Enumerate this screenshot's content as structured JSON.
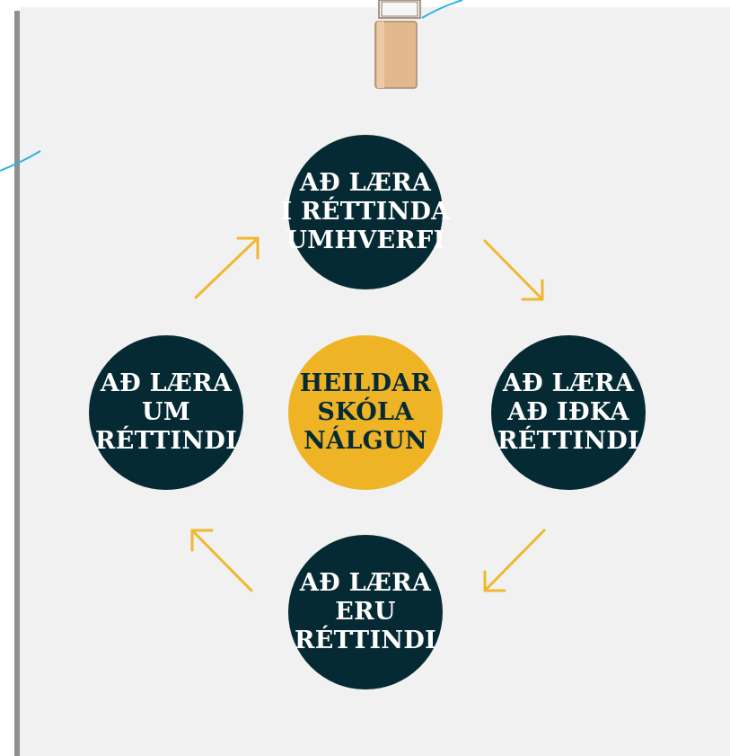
{
  "colors": {
    "paper": "#f1f1f1",
    "dark_circle": "#062a33",
    "center_circle": "#efb326",
    "arrow": "#f0b730",
    "clip_wood": "#e2b98e",
    "ribbon": "#2bb4e4"
  },
  "center": {
    "lines": [
      "HEILDAR",
      "SKÓLA",
      "NÁLGUN"
    ]
  },
  "nodes": {
    "top": {
      "lines": [
        "AÐ LÆRA",
        "Í RÉTTINDA",
        "UMHVERFI"
      ]
    },
    "right": {
      "lines": [
        "AÐ LÆRA",
        "AÐ IÐKA",
        "RÉTTINDI"
      ]
    },
    "bottom": {
      "lines": [
        "AÐ LÆRA",
        "ERU",
        "RÉTTINDI"
      ]
    },
    "left": {
      "lines": [
        "AÐ LÆRA",
        "UM",
        "RÉTTINDI"
      ]
    }
  },
  "cycle_direction": "clockwise",
  "icons": [
    "clothespin-icon",
    "arrow-icon"
  ]
}
